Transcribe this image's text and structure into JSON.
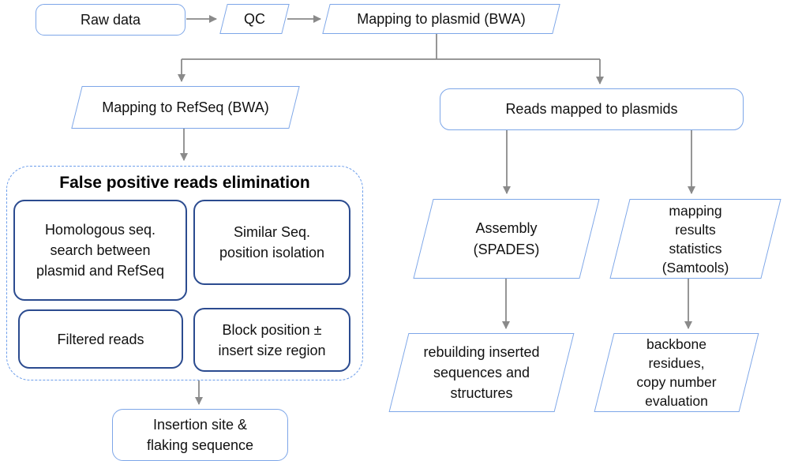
{
  "colors": {
    "light_blue": "#7da6e8",
    "navy": "#2b4b8f",
    "dashed_blue": "#6d9eeb",
    "arrow_gray": "#8a8a8a",
    "text": "#111111"
  },
  "nodes": {
    "raw_data": "Raw data",
    "qc": "QC",
    "map_plasmid": "Mapping to plasmid (BWA)",
    "map_refseq": "Mapping to RefSeq (BWA)",
    "reads_mapped": "Reads mapped to plasmids",
    "fp_group_title": "False positive reads elimination",
    "homologous": "Homologous seq.\nsearch between\nplasmid and RefSeq",
    "similar": "Similar Seq.\nposition isolation",
    "filtered": "Filtered reads",
    "block_position": "Block position ±\ninsert size region",
    "insertion_site": "Insertion site &\nflaking sequence",
    "assembly": "Assembly\n(SPADES)",
    "samtools": "mapping\nresults\nstatistics\n(Samtools)",
    "rebuilding": "rebuilding inserted\nsequences and\nstructures",
    "backbone": "backbone\nresidues,\ncopy number\nevaluation"
  }
}
